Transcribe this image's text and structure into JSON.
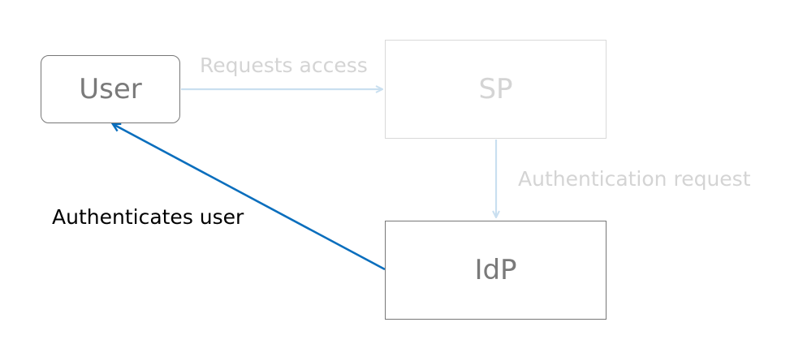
{
  "nodes": {
    "user": "User",
    "sp": "SP",
    "idp": "IdP"
  },
  "edges": {
    "requests_access": "Requests access",
    "authentication_request": "Authentication request",
    "authenticates_user": "Authenticates user"
  },
  "colors": {
    "active_edge": "#0a6ebd",
    "faded_edge": "#c9dff0",
    "active_text": "#7a7a7a",
    "faded_text": "#d4d4d4"
  }
}
